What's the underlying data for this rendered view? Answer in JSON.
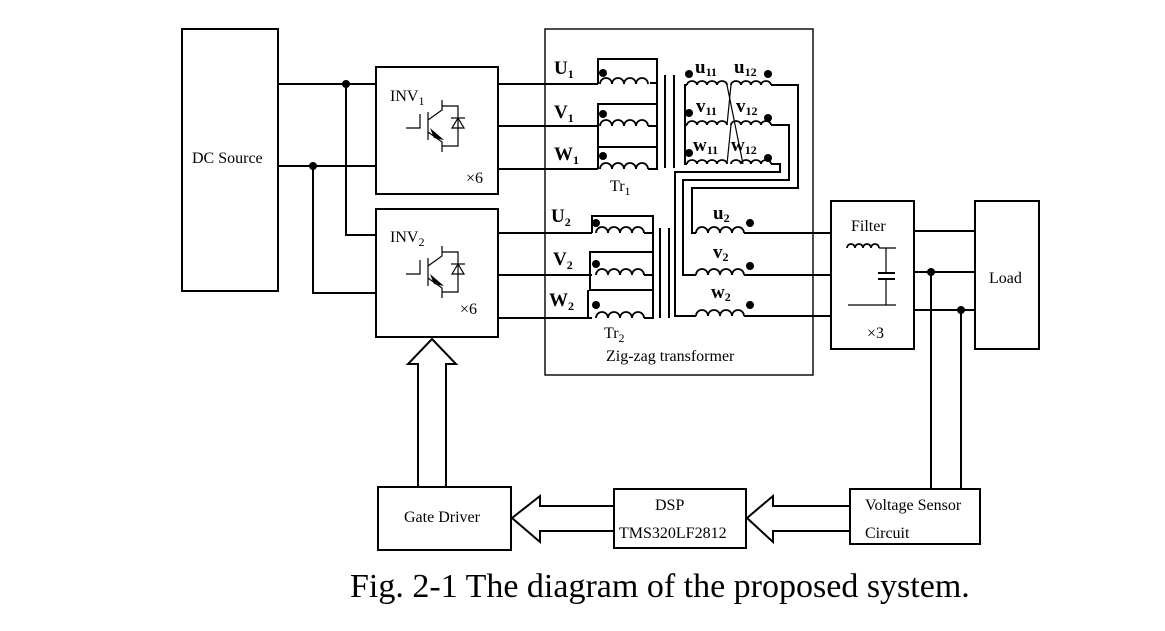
{
  "caption": "Fig. 2-1 The diagram of the proposed system.",
  "blocks": {
    "dc_source": "DC Source",
    "inv1": {
      "name": "INV",
      "sub": "1",
      "count": "×6"
    },
    "inv2": {
      "name": "INV",
      "sub": "2",
      "count": "×6"
    },
    "transformer": {
      "title": "Zig-zag transformer",
      "tr1": {
        "name": "Tr",
        "sub": "1"
      },
      "tr2": {
        "name": "Tr",
        "sub": "2"
      }
    },
    "filter": {
      "name": "Filter",
      "count": "×3"
    },
    "load": "Load",
    "gate_driver": "Gate Driver",
    "dsp": {
      "line1": "DSP",
      "line2": "TMS320LF2812"
    },
    "voltage_sensor": {
      "line1": "Voltage Sensor",
      "line2": "Circuit"
    }
  },
  "windings": {
    "primary1": [
      {
        "n": "U",
        "s": "1"
      },
      {
        "n": "V",
        "s": "1"
      },
      {
        "n": "W",
        "s": "1"
      }
    ],
    "primary2": [
      {
        "n": "U",
        "s": "2"
      },
      {
        "n": "V",
        "s": "2"
      },
      {
        "n": "W",
        "s": "2"
      }
    ],
    "zigzag_left": [
      {
        "n": "u",
        "s": "11"
      },
      {
        "n": "v",
        "s": "11"
      },
      {
        "n": "w",
        "s": "11"
      }
    ],
    "zigzag_right": [
      {
        "n": "u",
        "s": "12"
      },
      {
        "n": "v",
        "s": "12"
      },
      {
        "n": "w",
        "s": "12"
      }
    ],
    "secondary2": [
      {
        "n": "u",
        "s": "2"
      },
      {
        "n": "v",
        "s": "2"
      },
      {
        "n": "w",
        "s": "2"
      }
    ]
  }
}
